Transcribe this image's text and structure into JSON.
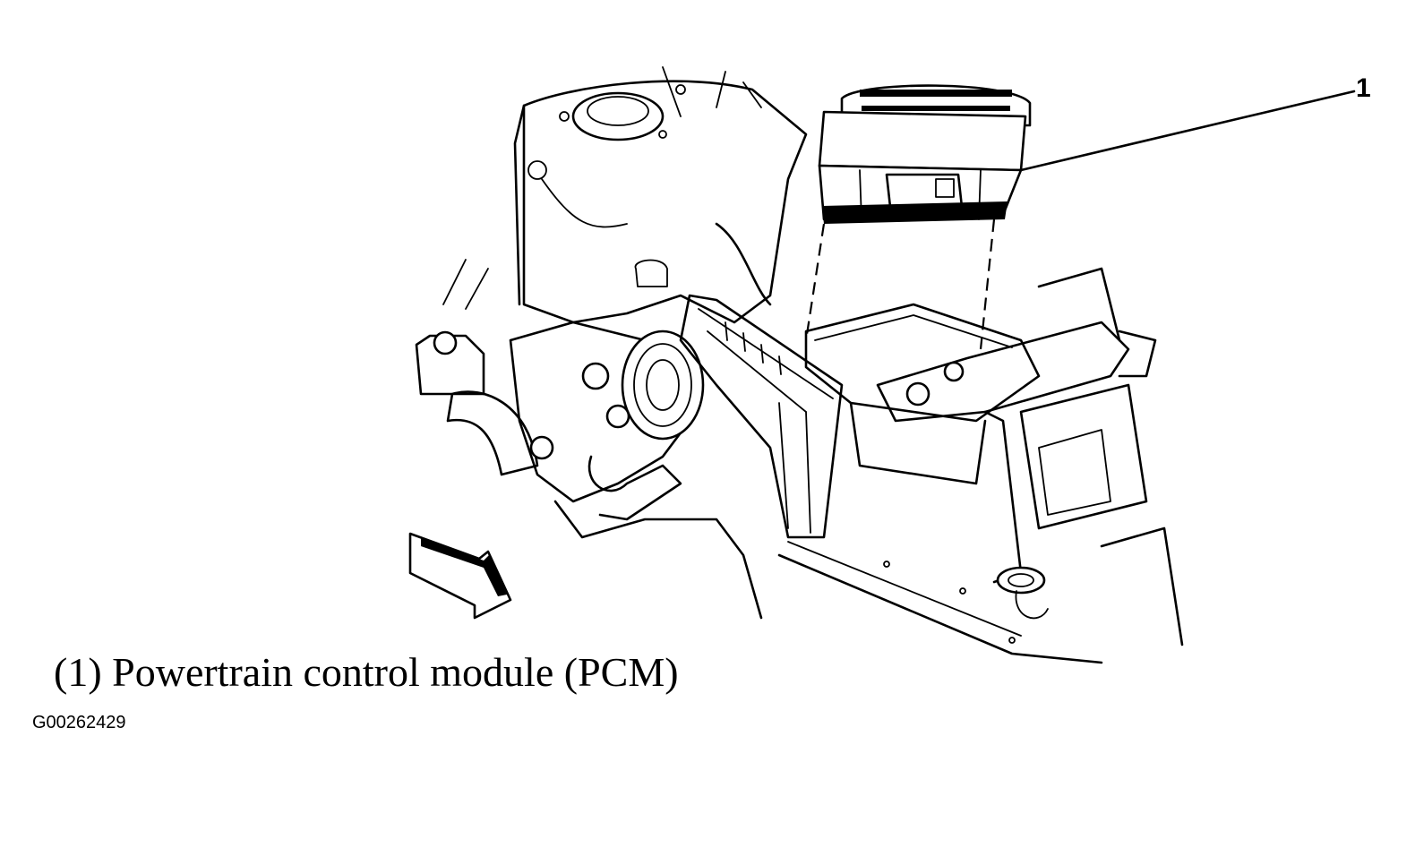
{
  "callout": {
    "number": "1"
  },
  "caption": {
    "text": "(1) Powertrain control module (PCM)"
  },
  "figure_id": "G00262429",
  "icons": {
    "direction_arrow": "arrow-forward-icon"
  },
  "colors": {
    "line": "#000000",
    "background": "#ffffff"
  }
}
